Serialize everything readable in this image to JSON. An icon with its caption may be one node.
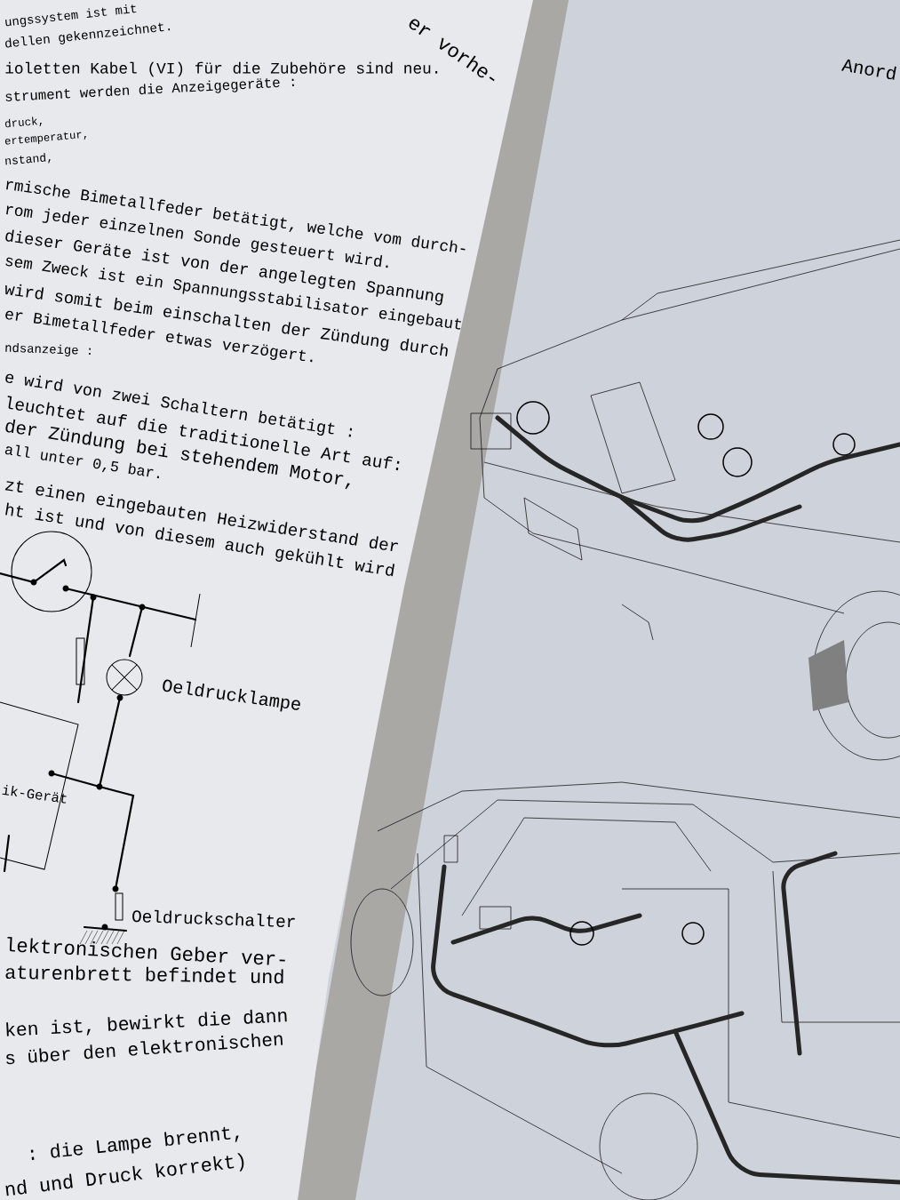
{
  "diagram": {
    "labels": [
      "ungssystem ist mit",
      "er vorhe-",
      "dellen gekennzeichnet.",
      "ioletten Kabel (VI) für die Zubehöre sind neu.",
      "strument werden die Anzeigegeräte :",
      "druck,",
      "ertemperatur,",
      "nstand,",
      "rmische Bimetallfeder betätigt, welche vom durch-",
      "rom jeder einzelnen Sonde gesteuert wird.",
      "dieser Geräte ist von der angelegten Spannung",
      "sem Zweck ist ein Spannungsstabilisator eingebaut",
      "wird somit beim einschalten der Zündung durch",
      "er Bimetallfeder etwas verzögert.",
      "ndsanzeige :",
      "e wird von zwei Schaltern betätigt :",
      "leuchtet auf die traditionelle Art auf:",
      "der Zündung bei stehendem Motor,",
      "all unter 0,5 bar.",
      "zt einen eingebauten Heizwiderstand der",
      "ht ist und von diesem auch gekühlt wird",
      "Oeldrucklampe",
      "ik-Gerät",
      "Oeldruckschalter",
      "lektronischen Geber ver-",
      "aturenbrett befindet und",
      "ken ist, bewirkt die dann",
      "s über den elektronischen",
      ": die Lampe brennt,",
      "nd und Druck korrekt)",
      "Anord"
    ]
  }
}
